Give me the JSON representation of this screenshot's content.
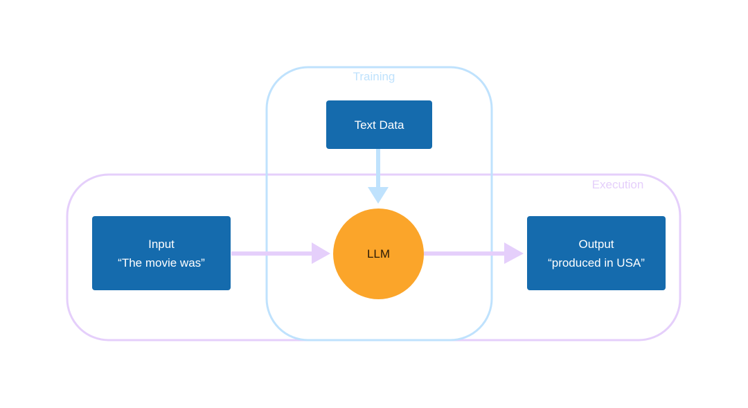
{
  "groups": {
    "training": {
      "label": "Training",
      "color": "#bfe2fd"
    },
    "execution": {
      "label": "Execution",
      "color": "#e5cffb"
    }
  },
  "nodes": {
    "text_data": {
      "label": "Text Data"
    },
    "llm": {
      "label": "LLM"
    },
    "input": {
      "title": "Input",
      "value": "“The movie was”"
    },
    "output": {
      "title": "Output",
      "value": "“produced in USA”"
    }
  },
  "colors": {
    "node_fill": "#156bad",
    "llm_fill": "#fba52a"
  }
}
